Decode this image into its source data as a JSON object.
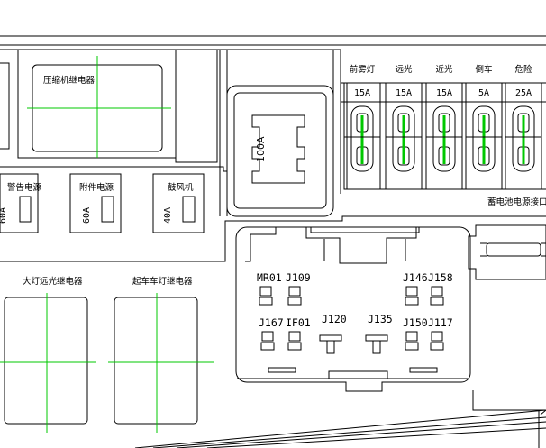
{
  "fuses_top": [
    {
      "label": "前雾灯",
      "rating": "15A"
    },
    {
      "label": "远光",
      "rating": "15A"
    },
    {
      "label": "近光",
      "rating": "15A"
    },
    {
      "label": "倒车",
      "rating": "5A"
    },
    {
      "label": "危险",
      "rating": "25A"
    }
  ],
  "main_fuse": {
    "rating": "100A"
  },
  "fuses_left": [
    {
      "label": "警告电源",
      "rating": "60A"
    },
    {
      "label": "附件电源",
      "rating": "60A"
    },
    {
      "label": "鼓风机",
      "rating": "40A"
    }
  ],
  "relays": {
    "compressor": "压缩机继电器",
    "headlight": "大灯远光继电器",
    "reverse": "起车车灯继电器"
  },
  "battery_connector": {
    "label": "蓄电池电源接口"
  },
  "connector_pins": [
    "MR01",
    "J109",
    "J146",
    "J158",
    "J167",
    "IF01",
    "J120",
    "J135",
    "J150",
    "J117"
  ],
  "colors": {
    "line": "#000000",
    "centerline": "#00c800",
    "fuse_link": "#00c800"
  }
}
